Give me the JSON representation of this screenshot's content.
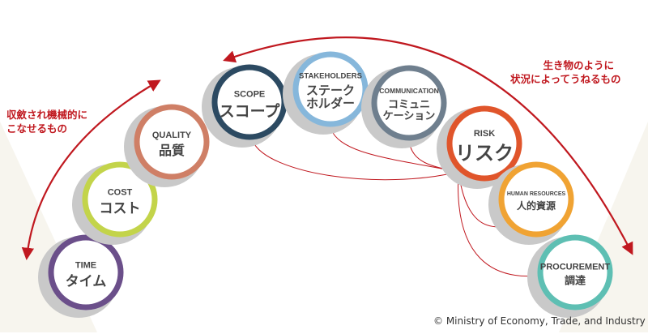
{
  "annotations": {
    "left": [
      "収斂され機械的に",
      "こなせるもの"
    ],
    "right": [
      "生き物のように",
      "状況によってうねるもの"
    ]
  },
  "areas": [
    {
      "id": "time",
      "en": "TIME",
      "jp": [
        "タイム"
      ],
      "color": "#6b4f8a"
    },
    {
      "id": "cost",
      "en": "COST",
      "jp": [
        "コスト"
      ],
      "color": "#c3d44a"
    },
    {
      "id": "quality",
      "en": "QUALITY",
      "jp": [
        "品質"
      ],
      "color": "#cf7f66"
    },
    {
      "id": "scope",
      "en": "SCOPE",
      "jp": [
        "スコープ"
      ],
      "color": "#2c4a62"
    },
    {
      "id": "stakeholders",
      "en": "STAKEHOLDERS",
      "jp": [
        "ステーク",
        "ホルダー"
      ],
      "color": "#86b7db"
    },
    {
      "id": "communication",
      "en": "COMMUNICATION",
      "jp": [
        "コミュニ",
        "ケーション"
      ],
      "color": "#6f7f8e"
    },
    {
      "id": "risk",
      "en": "RISK",
      "jp": [
        "リスク"
      ],
      "color": "#e0552b"
    },
    {
      "id": "human-resources",
      "en": "HUMAN RESOURCES",
      "jp": [
        "人的資源"
      ],
      "color": "#f0a333"
    },
    {
      "id": "procurement",
      "en": "PROCUREMENT",
      "jp": [
        "調達"
      ],
      "color": "#5ebfb3"
    }
  ],
  "links": [
    {
      "from": "risk",
      "to": "scope"
    },
    {
      "from": "risk",
      "to": "stakeholders"
    },
    {
      "from": "risk",
      "to": "communication"
    },
    {
      "from": "risk",
      "to": "human-resources"
    },
    {
      "from": "risk",
      "to": "procurement"
    }
  ],
  "colors": {
    "arrow": "#c0181f",
    "ring-shadow": "#c9c9c9",
    "text": "#444444"
  },
  "copyright": "© Ministry of Economy, Trade, and Industry"
}
